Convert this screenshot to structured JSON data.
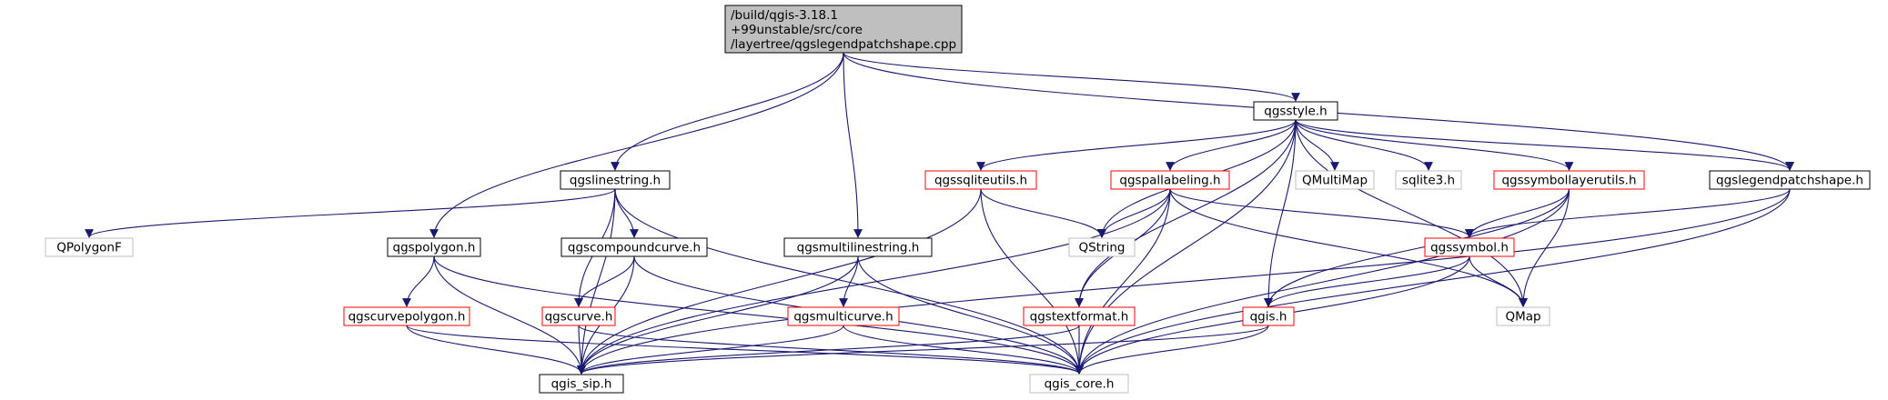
{
  "graph": {
    "root": {
      "lines": [
        "/build/qgis-3.18.1",
        "+99unstable/src/core",
        "/layertree/qgslegendpatchshape.cpp"
      ]
    },
    "nodes": [
      {
        "id": "qgsstyle",
        "label": "qgsstyle.h",
        "kind": "doc"
      },
      {
        "id": "qgslinestring",
        "label": "qgslinestring.h",
        "kind": "doc"
      },
      {
        "id": "qgssqliteutils",
        "label": "qgssqliteutils.h",
        "kind": "trunc"
      },
      {
        "id": "qgspallabeling",
        "label": "qgspallabeling.h",
        "kind": "trunc"
      },
      {
        "id": "qmultimap",
        "label": "QMultiMap",
        "kind": "ext"
      },
      {
        "id": "sqlite3",
        "label": "sqlite3.h",
        "kind": "ext"
      },
      {
        "id": "qgssymbollayerutils",
        "label": "qgssymbollayerutils.h",
        "kind": "trunc"
      },
      {
        "id": "qgslegendpatchshape",
        "label": "qgslegendpatchshape.h",
        "kind": "doc"
      },
      {
        "id": "qpolygonf",
        "label": "QPolygonF",
        "kind": "ext"
      },
      {
        "id": "qgspolygon",
        "label": "qgspolygon.h",
        "kind": "doc"
      },
      {
        "id": "qgscompoundcurve",
        "label": "qgscompoundcurve.h",
        "kind": "doc"
      },
      {
        "id": "qgsmultilinestring",
        "label": "qgsmultilinestring.h",
        "kind": "doc"
      },
      {
        "id": "qstring",
        "label": "QString",
        "kind": "ext"
      },
      {
        "id": "qgssymbol",
        "label": "qgssymbol.h",
        "kind": "trunc"
      },
      {
        "id": "qgscurvepolygon",
        "label": "qgscurvepolygon.h",
        "kind": "trunc"
      },
      {
        "id": "qgscurve",
        "label": "qgscurve.h",
        "kind": "trunc"
      },
      {
        "id": "qgsmulticurve",
        "label": "qgsmulticurve.h",
        "kind": "trunc"
      },
      {
        "id": "qgstextformat",
        "label": "qgstextformat.h",
        "kind": "trunc"
      },
      {
        "id": "qgis",
        "label": "qgis.h",
        "kind": "trunc"
      },
      {
        "id": "qmap",
        "label": "QMap",
        "kind": "ext"
      },
      {
        "id": "qgis_sip",
        "label": "qgis_sip.h",
        "kind": "doc"
      },
      {
        "id": "qgis_core",
        "label": "qgis_core.h",
        "kind": "ext"
      }
    ],
    "edges": [
      [
        "root",
        "qgsstyle"
      ],
      [
        "root",
        "qgslinestring"
      ],
      [
        "root",
        "qgspolygon"
      ],
      [
        "root",
        "qgsmultilinestring"
      ],
      [
        "root",
        "qgslegendpatchshape"
      ],
      [
        "qgsstyle",
        "qgssqliteutils"
      ],
      [
        "qgsstyle",
        "qgspallabeling"
      ],
      [
        "qgsstyle",
        "qmultimap"
      ],
      [
        "qgsstyle",
        "sqlite3"
      ],
      [
        "qgsstyle",
        "qgssymbollayerutils"
      ],
      [
        "qgsstyle",
        "qgslegendpatchshape"
      ],
      [
        "qgsstyle",
        "qstring"
      ],
      [
        "qgsstyle",
        "qgstextformat"
      ],
      [
        "qgsstyle",
        "qgis"
      ],
      [
        "qgsstyle",
        "qmap"
      ],
      [
        "qgsstyle",
        "qgis_core"
      ],
      [
        "qgslinestring",
        "qpolygonf"
      ],
      [
        "qgslinestring",
        "qgscompoundcurve"
      ],
      [
        "qgslinestring",
        "qgscurve"
      ],
      [
        "qgslinestring",
        "qgis_sip"
      ],
      [
        "qgslinestring",
        "qgis_core"
      ],
      [
        "qgssqliteutils",
        "qstring"
      ],
      [
        "qgssqliteutils",
        "qgis_core"
      ],
      [
        "qgssqliteutils",
        "qgis_sip"
      ],
      [
        "qgspallabeling",
        "qstring"
      ],
      [
        "qgspallabeling",
        "qgstextformat"
      ],
      [
        "qgspallabeling",
        "qgssymbol"
      ],
      [
        "qgspallabeling",
        "qmap"
      ],
      [
        "qgspallabeling",
        "qgis_core"
      ],
      [
        "qgspallabeling",
        "qgis_sip"
      ],
      [
        "qgssymbollayerutils",
        "qgssymbol"
      ],
      [
        "qgssymbollayerutils",
        "qgis"
      ],
      [
        "qgssymbollayerutils",
        "qmap"
      ],
      [
        "qgssymbollayerutils",
        "qgis_core"
      ],
      [
        "qgslegendpatchshape",
        "qgssymbol"
      ],
      [
        "qgslegendpatchshape",
        "qgis_sip"
      ],
      [
        "qgslegendpatchshape",
        "qgis_core"
      ],
      [
        "qgspolygon",
        "qgscurvepolygon"
      ],
      [
        "qgspolygon",
        "qgis_sip"
      ],
      [
        "qgspolygon",
        "qgis_core"
      ],
      [
        "qgscompoundcurve",
        "qgscurve"
      ],
      [
        "qgscompoundcurve",
        "qgis_sip"
      ],
      [
        "qgscompoundcurve",
        "qgis_core"
      ],
      [
        "qgsmultilinestring",
        "qgsmulticurve"
      ],
      [
        "qgsmultilinestring",
        "qgis_sip"
      ],
      [
        "qgsmultilinestring",
        "qgis_core"
      ],
      [
        "qgssymbol",
        "qgis"
      ],
      [
        "qgssymbol",
        "qmap"
      ],
      [
        "qgssymbol",
        "qgis_core"
      ],
      [
        "qgscurvepolygon",
        "qgis_sip"
      ],
      [
        "qgscurvepolygon",
        "qgis_core"
      ],
      [
        "qgscurve",
        "qgis_sip"
      ],
      [
        "qgscurve",
        "qgis_core"
      ],
      [
        "qgsmulticurve",
        "qgis_sip"
      ],
      [
        "qgsmulticurve",
        "qgis_core"
      ],
      [
        "qgstextformat",
        "qgis_sip"
      ],
      [
        "qgstextformat",
        "qgis_core"
      ],
      [
        "qgis",
        "qgis_sip"
      ],
      [
        "qgis",
        "qgis_core"
      ]
    ]
  },
  "colors": {
    "edge": "#191970",
    "root_fill": "#bfbfbf",
    "root_border": "#000000",
    "doc_border": "#000000",
    "trunc_border": "#ff0000",
    "ext_border": "#bfbfbf",
    "node_fill": "#ffffff"
  }
}
